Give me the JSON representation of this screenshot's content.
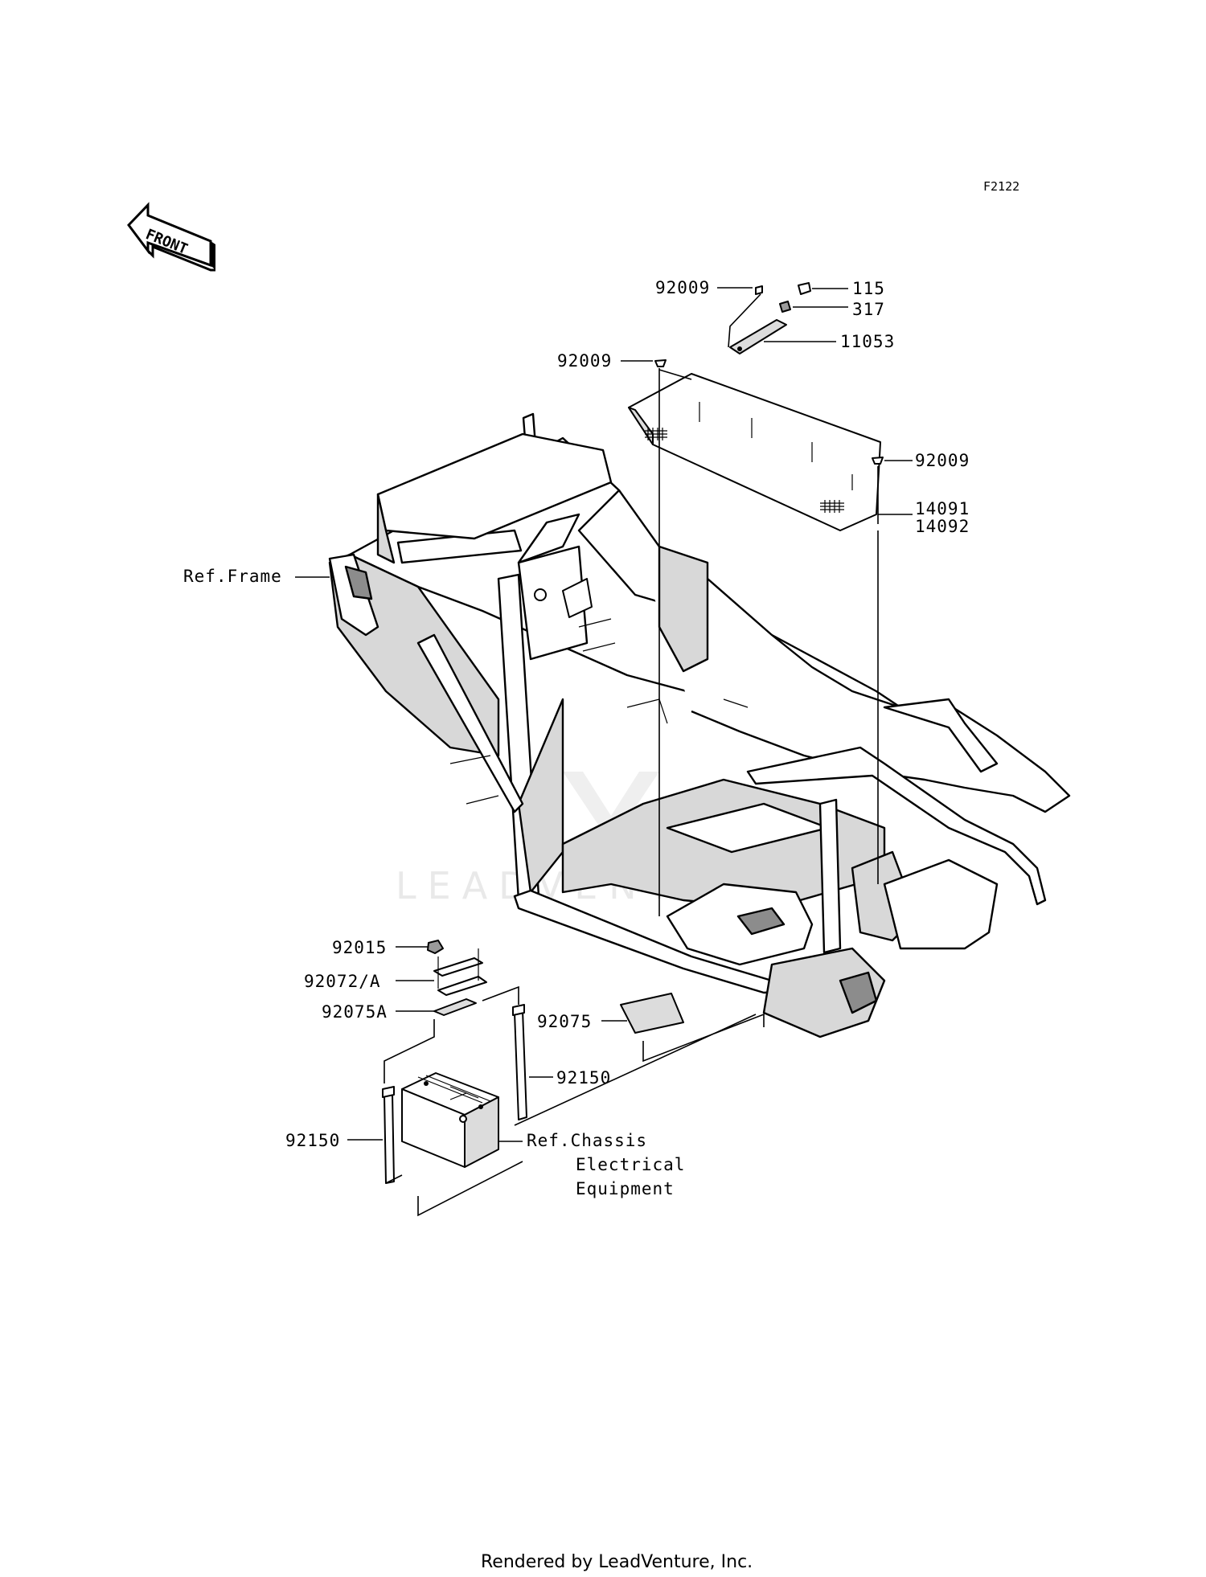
{
  "figure_id": "F2122",
  "front_arrow_text": "FRONT",
  "watermark": "LEADVENTURE",
  "footer": "Rendered by LeadVenture, Inc.",
  "callouts": {
    "c92009_top": "92009",
    "c115": "115",
    "c317": "317",
    "c11053": "11053",
    "c92009_mid": "92009",
    "c92009_right": "92009",
    "c14091": "14091",
    "c14092": "14092",
    "ref_frame": "Ref.Frame",
    "c92015": "92015",
    "c92072a": "92072/A",
    "c92075a": "92075A",
    "c92075": "92075",
    "c92150_right": "92150",
    "c92150_left": "92150",
    "ref_chassis_1": "Ref.Chassis",
    "ref_chassis_2": "Electrical",
    "ref_chassis_3": "Equipment"
  },
  "icons": {
    "front_arrow": "front-arrow-icon",
    "battery": "battery-icon"
  }
}
